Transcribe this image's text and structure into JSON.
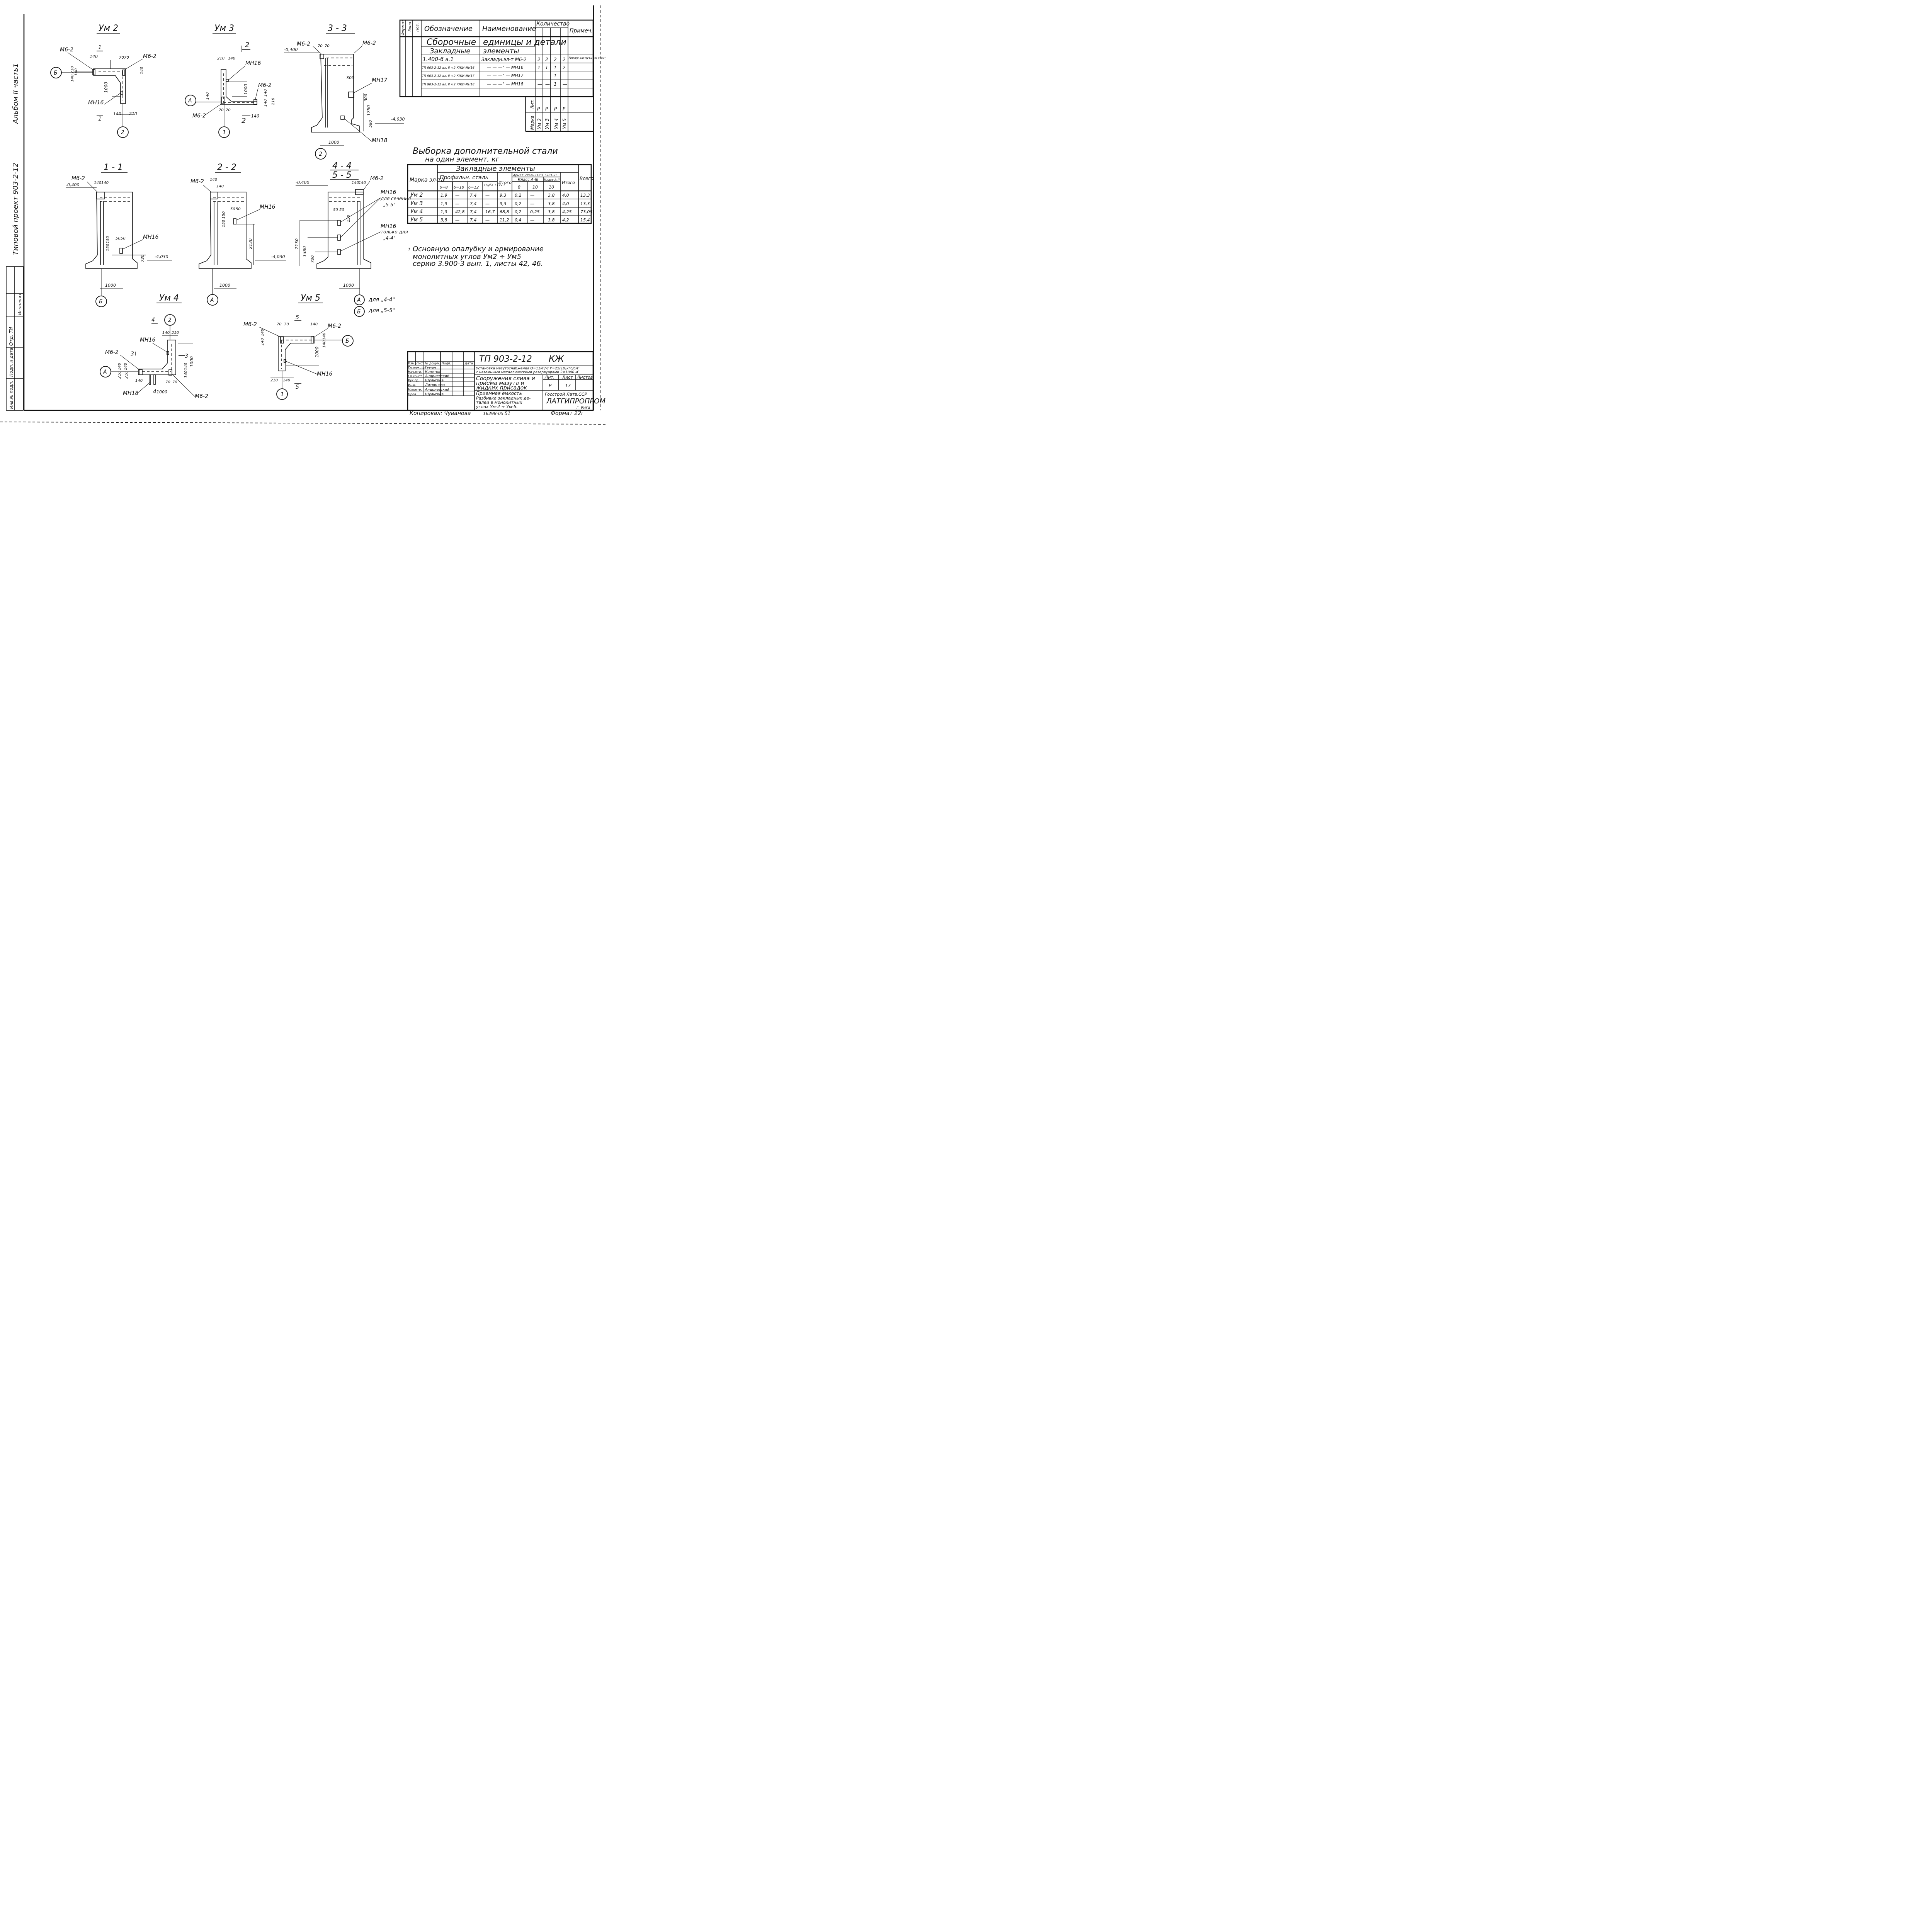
{
  "side_labels": {
    "album": "Альбом II часть1",
    "project": "Типовой проект 903-2-12",
    "dept": "Отд. ТИ",
    "exec": "Исполнит",
    "signdate": "Подп. и дата",
    "inv": "Инв.№ подл."
  },
  "views": {
    "um2": {
      "title": "Ум 2",
      "labels": [
        "М6-2",
        "М6-2",
        "МН16"
      ],
      "dims": [
        "140",
        "70",
        "70",
        "140",
        "210",
        "140",
        "140",
        "1000",
        "140",
        "210"
      ],
      "section": "1",
      "axes": [
        "Б",
        "2"
      ]
    },
    "um3": {
      "title": "Ум 3",
      "labels": [
        "МН16",
        "М6-2",
        "М6-2"
      ],
      "dims": [
        "210",
        "140",
        "1000",
        "140",
        "140",
        "140",
        "210",
        "70",
        "70",
        "140"
      ],
      "section": "2",
      "axes": [
        "А",
        "1"
      ]
    },
    "s33": {
      "title": "3 - 3",
      "labels": [
        "М6-2",
        "М6-2",
        "МН17",
        "МН18"
      ],
      "dims": [
        "70",
        "70",
        "300",
        "300",
        "1750",
        "580",
        "1000"
      ],
      "levels": [
        "-0,400",
        "-4,030"
      ],
      "axes": [
        "2"
      ]
    },
    "s11": {
      "title": "1 - 1",
      "labels": [
        "М6-2",
        "МН16"
      ],
      "dims": [
        "140",
        "140",
        "50",
        "50",
        "150",
        "150",
        "730",
        "1000"
      ],
      "levels": [
        "-0,400",
        "-4,030"
      ],
      "axes": [
        "Б"
      ]
    },
    "s22": {
      "title": "2 - 2",
      "labels": [
        "М6-2",
        "МН16"
      ],
      "dims": [
        "140",
        "140",
        "50",
        "50",
        "150",
        "150",
        "2130",
        "1000"
      ],
      "levels": [
        "-4,030"
      ],
      "axes": [
        "А"
      ]
    },
    "s44": {
      "title1": "4 - 4",
      "title2": "5 - 5",
      "labels": [
        "М6-2",
        "МН16",
        "для сечения",
        "„5-5\"",
        "МН16",
        "только для",
        "„4-4\""
      ],
      "dims": [
        "140",
        "140",
        "50",
        "50",
        "150",
        "2130",
        "1380",
        "730",
        "1000"
      ],
      "levels": [
        "-0,400"
      ],
      "axes": [
        "А",
        "Б"
      ],
      "axis_notes": [
        "для „4-4\"",
        "для „5-5\""
      ]
    },
    "um4": {
      "title": "Ум 4",
      "labels": [
        "МН16",
        "М6-2",
        "М6-2",
        "МН18"
      ],
      "dims": [
        "140",
        "210",
        "1000",
        "140",
        "140",
        "210",
        "140",
        "70",
        "70",
        "140",
        "140",
        "1000",
        "210"
      ],
      "sections": [
        "4",
        "3",
        "3",
        "4"
      ],
      "axes": [
        "2",
        "А"
      ]
    },
    "um5": {
      "title": "Ум 5",
      "labels": [
        "М6-2",
        "М6-2",
        "МН16"
      ],
      "dims": [
        "70",
        "70",
        "140",
        "140",
        "140",
        "1000",
        "140",
        "140",
        "210",
        "140"
      ],
      "sections": [
        "5",
        "5"
      ],
      "axes": [
        "Б",
        "1"
      ]
    }
  },
  "spec": {
    "headers": [
      "Формат",
      "Зона",
      "Поз.",
      "Обозначение",
      "Наименование",
      "Количество",
      "Примеч."
    ],
    "section1": "Сборочные",
    "section1b": "единицы и детали",
    "section2": "Закладные",
    "section2b": "элементы",
    "rows": [
      {
        "desig": "1.400-6 в.1",
        "name": "Закладн.эл-т М6-2",
        "q": [
          "2",
          "2",
          "2",
          "2"
        ],
        "note": "Анкер загнуть по месту"
      },
      {
        "desig": "ТП 903-2-12 ал. II ч.2 КЖИ-МН16",
        "name": "—  —  —\" — МН16",
        "q": [
          "1",
          "1",
          "1",
          "2"
        ],
        "note": ""
      },
      {
        "desig": "ТП 903-2-12 ал. II ч.2 КЖИ-МН17",
        "name": "—  —  —\" — МН17",
        "q": [
          "—",
          "—",
          "1",
          "—"
        ],
        "note": ""
      },
      {
        "desig": "ТП 903-2-12 ал. II ч.2 КЖИ-МН18",
        "name": "—  —  —\" — МН18",
        "q": [
          "—",
          "—",
          "1",
          "—"
        ],
        "note": ""
      }
    ],
    "lit_label": "Лит.",
    "lit": [
      "Р",
      "Р",
      "Р",
      "Р"
    ],
    "mark_label": "Марка",
    "marks": [
      "Ум 2",
      "Ум 3",
      "Ум 4",
      "Ум 5"
    ]
  },
  "steel": {
    "title1": "Выборка дополнительной стали",
    "title2": "на один элемент, кг",
    "h_group": "Закладные элементы",
    "h_mark": "Марка эл-та",
    "h_prof": "Профильн. сталь",
    "h_arm": "Армат. сталь ГОСТ 5781-75",
    "h_cls3": "Класс А-III",
    "h_cls2": "Класс А-II",
    "h_total": "Итого",
    "h_all": "Всего",
    "sub": [
      "δ=8",
      "δ=10",
      "δ=12",
      "Труба 133×3",
      "Итого",
      "8",
      "10",
      "10",
      "Итого"
    ],
    "rows": [
      [
        "Ум 2",
        "1,9",
        "—",
        "7,4",
        "—",
        "9,3",
        "0,2",
        "—",
        "3,8",
        "4,0",
        "13,3"
      ],
      [
        "Ум 3",
        "1,9",
        "—",
        "7,4",
        "—",
        "9,3",
        "0,2",
        "—",
        "3,8",
        "4,0",
        "13,3"
      ],
      [
        "Ум 4",
        "1,9",
        "42,8",
        "7,4",
        "16,7",
        "68,8",
        "0,2",
        "0,25",
        "3,8",
        "4,25",
        "73,05"
      ],
      [
        "Ум 5",
        "3,8",
        "—",
        "7,4",
        "—",
        "11,2",
        "0,4",
        "—",
        "3,8",
        "4,2",
        "15,4"
      ]
    ]
  },
  "note": {
    "num": "1",
    "l1": "Основную опалубку и армирование",
    "l2": "монолитных углов Ум2 ÷ Ум5",
    "l3": "серию 3.900-3 вып. 1, листы 42, 46."
  },
  "stamp": {
    "code": "ТП 903-2-12",
    "kzh": "КЖ",
    "subject1": "Установка мазутоснабжения Q=11м³/ч; P=25(10)кгс/см²",
    "subject2": "с наземными металлическими резервуарами 2×1000 м³",
    "obj1": "Сооружения слива и",
    "obj2": "приема мазута и",
    "obj3": "жидких присадок",
    "sheet1": "Приемная емкость",
    "sheet2": "Разбивка закладных де-",
    "sheet3": "талей в монолитных",
    "sheet4": "углах Ум-2 ÷ Ум-5.",
    "col_heads": [
      "Изм.",
      "Лист",
      "№ докум.",
      "Подп.",
      "Дата"
    ],
    "roles": [
      "Гл.инж.пр.",
      "Нач.отд.",
      "Гл.конст.",
      "Рук.гр.",
      "Инж.",
      "Н.контр.",
      "Пров."
    ],
    "names": [
      "Гуман",
      "Калетов",
      "Андриевский",
      "Шульгина",
      "Литвинова",
      "Андриевский",
      "Шульгина"
    ],
    "h_lit": "Лит.",
    "h_list": "Лист",
    "h_listov": "Листов",
    "lit": "Р",
    "list": "17",
    "org1": "Госстрой Латв.ССР",
    "org2": "ЛАТГИПРОПРОМ",
    "org3": "г. Рига",
    "copied": "Копировал: Чуванова",
    "num": "16298-05",
    "page": "51",
    "format": "Формат 22г"
  }
}
